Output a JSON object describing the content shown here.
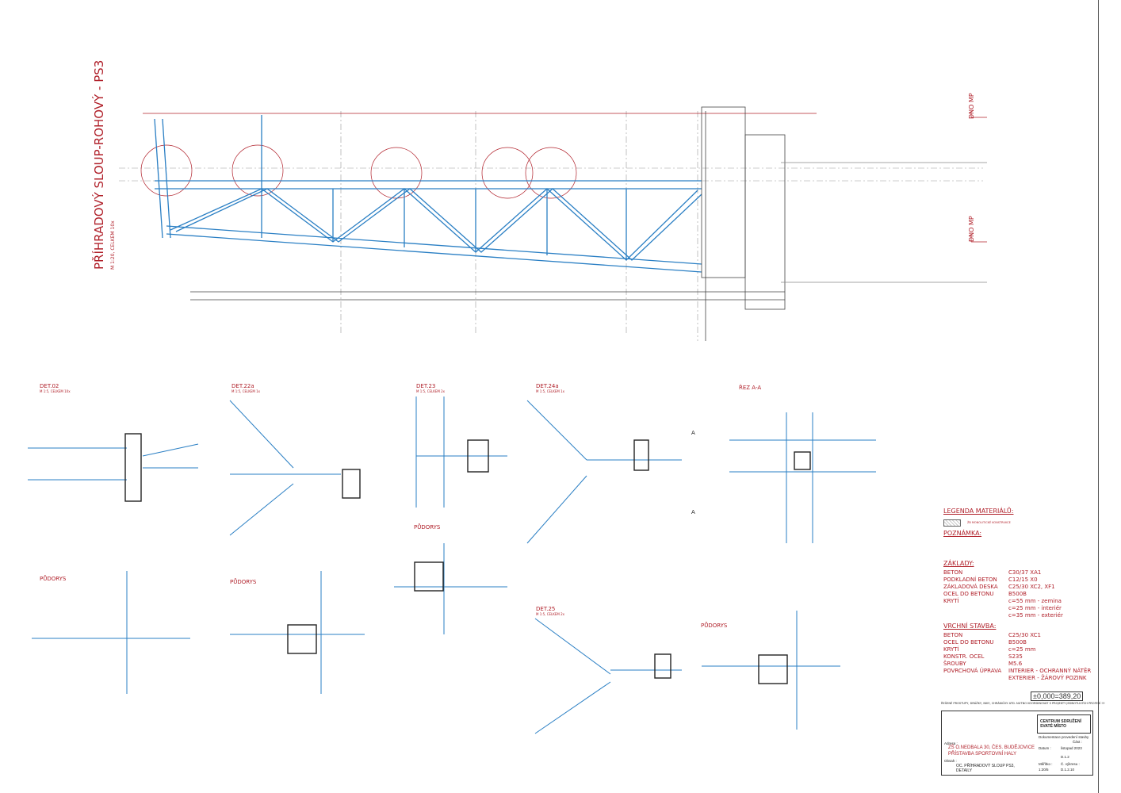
{
  "drawing": {
    "main_title": "PŘÍHRADOVÝ SLOUP-ROHOVÝ - PS3",
    "main_scale": "M 1:20, CELKEM 10x",
    "section_marks": [
      "DNO MP",
      "DNO MP"
    ],
    "details": [
      {
        "label": "DET.02",
        "scale": "M 1:5, CELKEM 10x"
      },
      {
        "label": "DET.22a",
        "scale": "M 1:5, CELKEM 1x"
      },
      {
        "label": "DET.23",
        "scale": "M 1:5, CELKEM 2x"
      },
      {
        "label": "DET.24a",
        "scale": "M 1:5, CELKEM 1x"
      },
      {
        "label": "ŘEZ A-A",
        "scale": ""
      },
      {
        "label": "DET.25",
        "scale": "M 1:5, CELKEM 2x"
      }
    ],
    "plan_labels": [
      "PŮDORYS",
      "PŮDORYS",
      "PŮDORYS",
      "PŮDORYS"
    ],
    "section_letters": [
      "A",
      "A"
    ]
  },
  "legend": {
    "title": "LEGENDA MATERIÁLŮ:",
    "hatch_label": "ŽB MONOLITICKÉ KONSTRUKCE",
    "notes_title": "POZNÁMKA:",
    "foundations_title": "ZÁKLADY:",
    "foundations": [
      {
        "k": "BETON",
        "v": "C30/37 XA1"
      },
      {
        "k": "PODKLADNÍ BETON",
        "v": "C12/15 X0"
      },
      {
        "k": "ZÁKLADOVÁ DESKA",
        "v": "C25/30 XC2, XF1"
      },
      {
        "k": "OCEL DO BETONU",
        "v": "B500B"
      },
      {
        "k": "KRYTÍ",
        "v": "c=55 mm - zemina"
      },
      {
        "k": "",
        "v": "c=25 mm - interiér"
      },
      {
        "k": "",
        "v": "c=35 mm - exteriér"
      }
    ],
    "upper_title": "VRCHNÍ STAVBA:",
    "upper": [
      {
        "k": "BETON",
        "v": "C25/30 XC1"
      },
      {
        "k": "OCEL DO BETONU",
        "v": "B500B"
      },
      {
        "k": "KRYTÍ",
        "v": "c=25 mm"
      },
      {
        "k": "KONSTR. OCEL",
        "v": "S235"
      },
      {
        "k": "ŠROUBY",
        "v": "M5.6"
      },
      {
        "k": "POVRCHOVÁ ÚPRAVA",
        "v": "INTERIER - OCHRANNÝ NÁTĚR"
      },
      {
        "k": "",
        "v": "EXTERIER - ŽÁROVÝ POZINK"
      }
    ],
    "elevation": "±0,000=389,20",
    "general_note": "ŘEŠENÉ PROSTUPY, DRÁŽKY, NIKY, CHRÁNIČKY ATD. NUTNO KOORDINOVAT S PROJEKTY JEDNOTLIVÝCH PROFESÍ !!!"
  },
  "title_block": {
    "company": "CENTRUM SDRUŽENÍ SVATÉ MÍSTO",
    "stage": "Dokumentace provedení stavby",
    "project_line1": "ZŠ O.NEDBALA 30, ČES. BUDĚJOVICE",
    "project_line2": "PŘÍSTAVBA SPORTOVNÍ HALY",
    "content_label": "Obsah :",
    "content": "OC. PŘÍHRADOVÝ SLOUP PS3, DETAILY",
    "date_label": "Datum :",
    "date": "listopad 2023",
    "scale_label": "Měřítko :",
    "scale": "1:20/5",
    "drawing_no_label": "Č. výkresu :",
    "drawing_no": "D.1.2.10",
    "part_label": "Část :",
    "part": "D.1.2",
    "address_label": "Adresa :"
  }
}
